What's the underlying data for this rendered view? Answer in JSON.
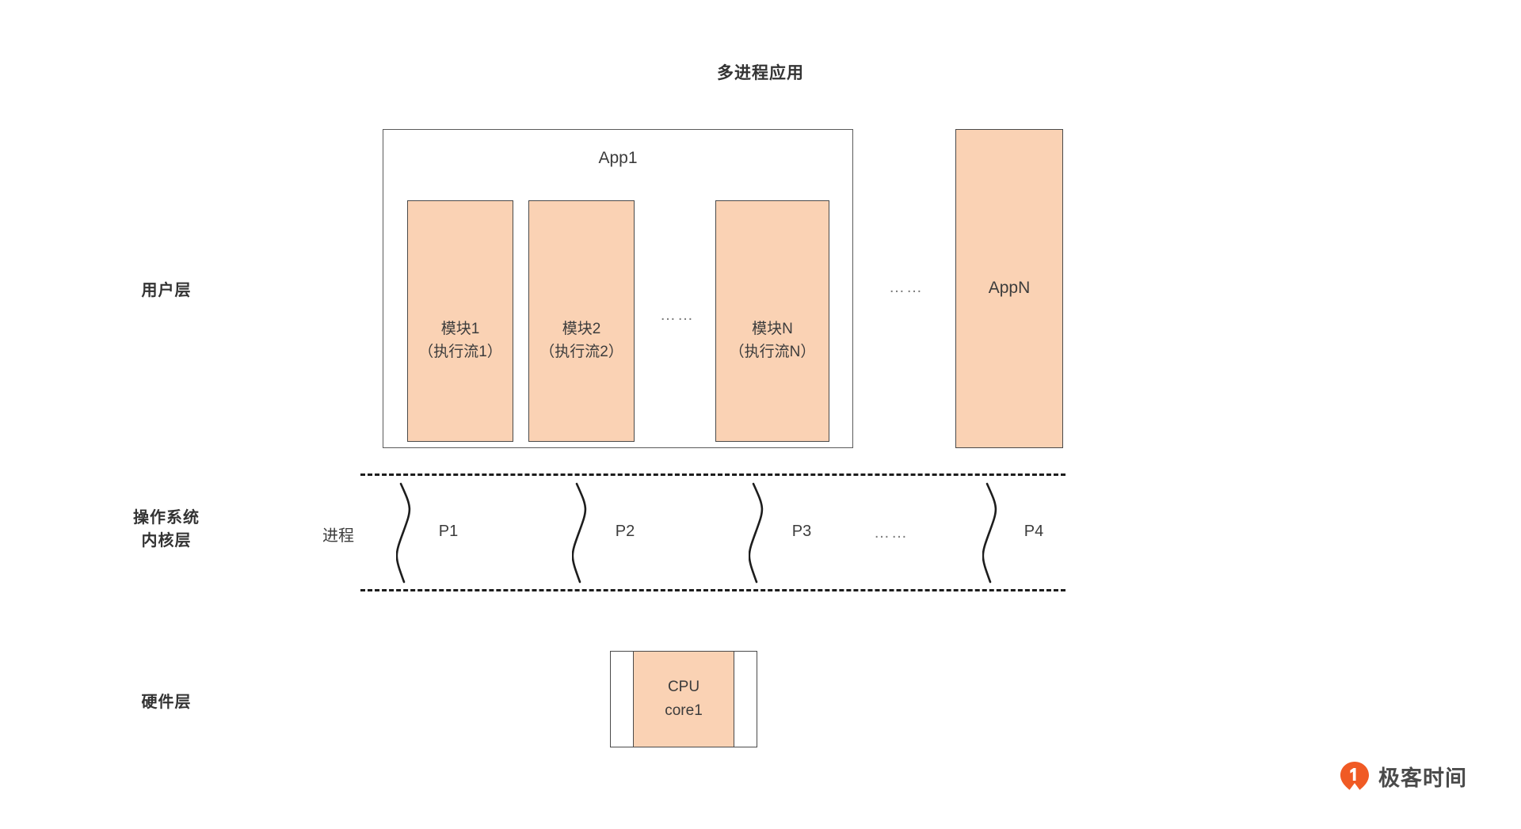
{
  "title": "多进程应用",
  "layers": [
    {
      "key": "user",
      "label": "用户层"
    },
    {
      "key": "kernel",
      "label": "操作系统\n内核层",
      "line1": "操作系统",
      "line2": "内核层"
    },
    {
      "key": "hardware",
      "label": "硬件层"
    }
  ],
  "user_layer": {
    "app1": {
      "title": "App1",
      "modules": [
        {
          "name": "模块1",
          "flow": "（执行流1）"
        },
        {
          "name": "模块2",
          "flow": "（执行流2）"
        },
        {
          "name": "模块N",
          "flow": "（执行流N）"
        }
      ],
      "modules_ellipsis": "……"
    },
    "apps_ellipsis": "……",
    "appn": {
      "title": "AppN"
    }
  },
  "kernel_layer": {
    "row_label": "进程",
    "processes": [
      {
        "name": "P1"
      },
      {
        "name": "P2"
      },
      {
        "name": "P3"
      },
      {
        "name": "P4"
      }
    ],
    "processes_ellipsis": "……"
  },
  "hardware_layer": {
    "cpu": {
      "line1": "CPU",
      "line2": "core1"
    }
  },
  "watermark": {
    "text": "极客时间",
    "logo_color": "#f05a24"
  },
  "colors": {
    "fill_orange": "#fad2b4",
    "stroke_dark": "#4a4a4a",
    "text": "#3c3c3c",
    "dashed": "#1d1d1d",
    "background": "#ffffff"
  }
}
